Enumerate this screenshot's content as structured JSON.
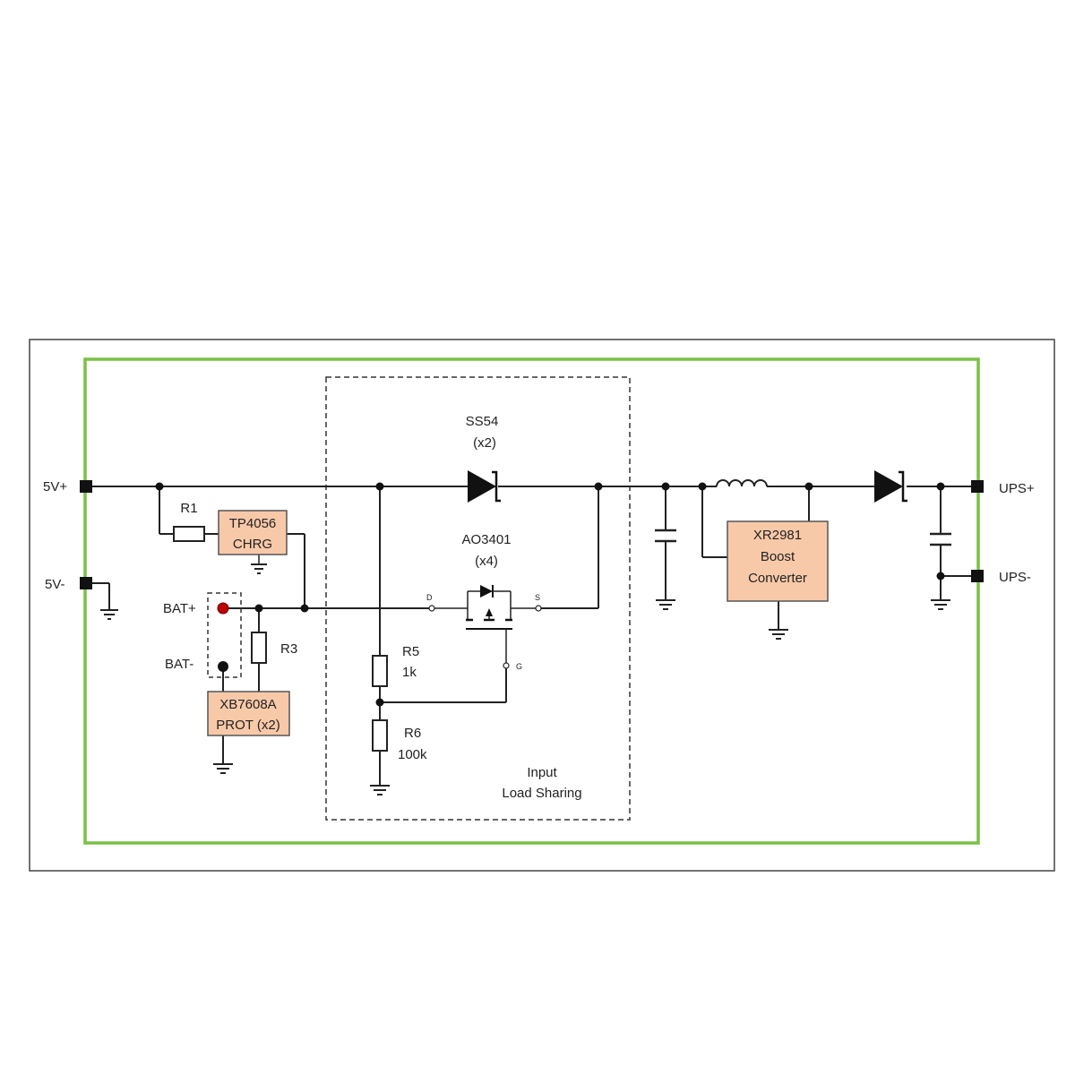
{
  "colors": {
    "board_border": "#7ac143",
    "block_fill": "#f8c9a8",
    "block_stroke": "#555555",
    "wire": "#222222",
    "battery_terminal": "#c00000"
  },
  "terminals": {
    "v5_plus": "5V+",
    "v5_minus": "5V-",
    "bat_plus": "BAT+",
    "bat_minus": "BAT-",
    "ups_plus": "UPS+",
    "ups_minus": "UPS-"
  },
  "components": {
    "r1": "R1",
    "r3": "R3",
    "r5": "R5",
    "r5_value": "1k",
    "r6": "R6",
    "r6_value": "100k",
    "diode_part": "SS54",
    "diode_qty": "(x2)",
    "mosfet_part": "AO3401",
    "mosfet_qty": "(x4)",
    "pin_d": "D",
    "pin_s": "S",
    "pin_g": "G"
  },
  "blocks": {
    "charger": [
      "TP4056",
      "CHRG"
    ],
    "protection": [
      "XB7608A",
      "PROT (x2)"
    ],
    "boost": [
      "XR2981",
      "Boost",
      "Converter"
    ]
  },
  "load_sharing": {
    "line1": "Input",
    "line2": "Load Sharing"
  }
}
